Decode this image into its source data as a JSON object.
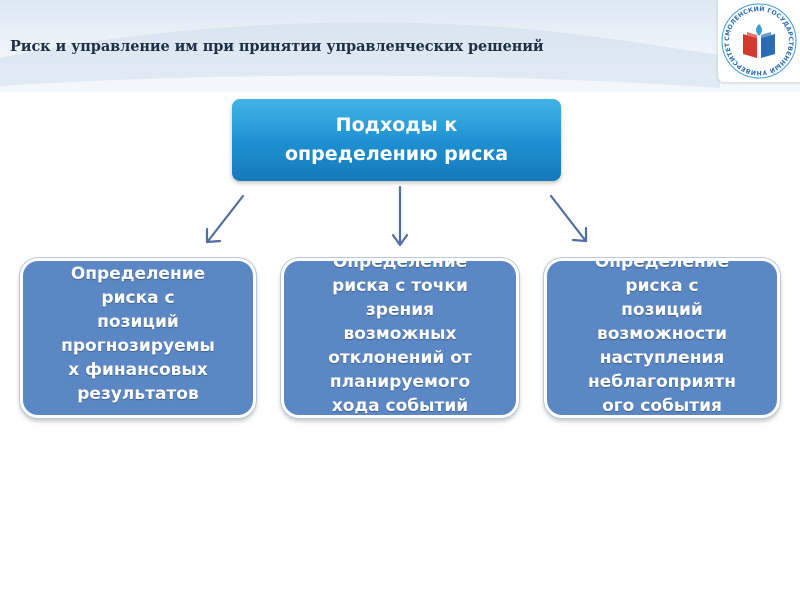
{
  "header": {
    "title": "Риск и управление им при принятии управленческих решений"
  },
  "logo": {
    "ring_text": "СМОЛЕНСКИЙ ГОСУДАРСТВЕННЫЙ УНИВЕРСИТЕТ",
    "colors": {
      "red": "#d23a2f",
      "blue": "#2b6cb5",
      "teal": "#3a9fd6"
    }
  },
  "diagram": {
    "main": "Подходы к\nопределению риска",
    "children": [
      {
        "id": "child-1",
        "text": "Определение\nриска с\nпозиций\nпрогнозируемы\nх финансовых\nрезультатов"
      },
      {
        "id": "child-2",
        "text": "Определение\nриска с точки\nзрения\nвозможных\nотклонений от\nпланируемого\nхода событий"
      },
      {
        "id": "child-3",
        "text": "Определение\nриска с\nпозиций\nвозможности\nнаступления\nнеблагоприятн\nого события"
      }
    ],
    "colors": {
      "main_box": "#1d8fd0",
      "child_box": "#5b88c4",
      "arrow": "#4f6fa0"
    }
  }
}
